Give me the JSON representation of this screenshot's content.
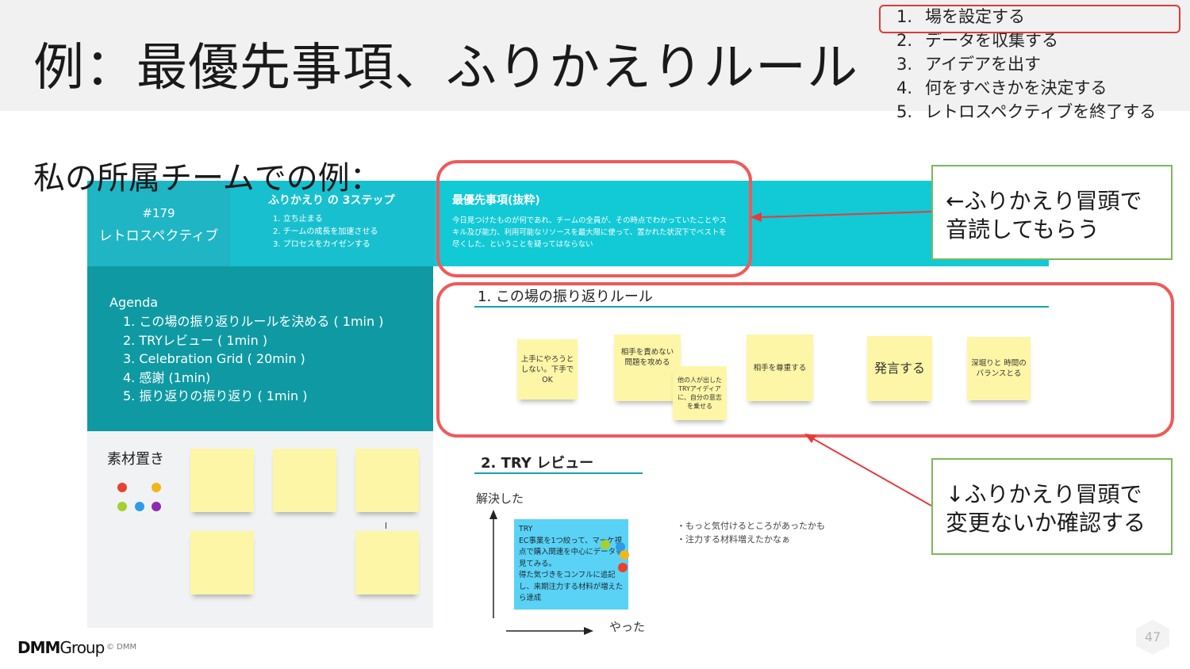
{
  "slide": {
    "title": "例：最優先事項、ふりかえりルール",
    "subtitle": "私の所属チームでの例：",
    "steps": [
      {
        "num": "1.",
        "label": "場を設定する"
      },
      {
        "num": "2.",
        "label": "データを収集する"
      },
      {
        "num": "3.",
        "label": "アイデアを出す"
      },
      {
        "num": "4.",
        "label": "何をすべきかを決定する"
      },
      {
        "num": "5.",
        "label": "レトロスペクティブを終了する"
      }
    ],
    "page_number": "47",
    "footer": {
      "logo_dmm": "DMM",
      "logo_group": "Group",
      "copyright": "© DMM"
    }
  },
  "board": {
    "retro_number": "#179",
    "retro_title": "レトロスペクティブ",
    "steps_title": "ふりかえり の 3ステップ",
    "steps_list": [
      "1. 立ち止まる",
      "2. チームの成長を加速させる",
      "3. プロセスをカイゼンする"
    ],
    "priority_title": "最優先事項(抜粋)",
    "priority_body": "今日見つけたものが何であれ、チームの全員が、その時点でわかっていたことやスキル及び能力、利用可能なリソースを最大限に使って、置かれた状況下でベストを尽くした、ということを疑ってはならない",
    "agenda_title": "Agenda",
    "agenda_items": [
      "1. この場の振り返りルールを決める ( 1min )",
      "2. TRYレビュー ( 1min )",
      "3. Celebration Grid ( 20min )",
      "4. 感謝 (1min)",
      "5. 振り返りの振り返り ( 1min )"
    ],
    "material_label": "素材置き",
    "dot_colors": [
      "#e8412e",
      "#f2b51a",
      "#a6d02c",
      "#2f9be6",
      "#8e2bb0"
    ],
    "rules_title": "1. この場の振り返りルール",
    "rule_stickies": [
      "上手にやろうとしない。下手でOK",
      "相手を責めない 問題を攻める",
      "他の人が出したTRYアイディアに、自分の意志を乗せる",
      "相手を尊重する",
      "発言する",
      "深堀りと 時間の バランスとる"
    ],
    "try_title": "2. TRY レビュー",
    "try_y_label": "解決した",
    "try_x_label": "やった",
    "try_card_text": "TRY\nEC事業を1つ絞って、マーケ視点で購入関連を中心にデータを見てみる。\n得た気づきをコンフルに追記し、来期注力する材料が増えたら達成",
    "try_notes": [
      "・もっと気付けるところがあったかも",
      "・注力する材料増えたかなぁ"
    ]
  },
  "callouts": {
    "top": "←ふりかえり冒頭で音読してもらう",
    "bottom": "↓ふりかえり冒頭で変更ないか確認する"
  },
  "colors": {
    "accent_red": "#ef5a5a",
    "callout_border": "#7ab85a",
    "teal_dark": "#0f9aa3",
    "teal_light": "#12c9d6",
    "sticky_yellow": "#fdf6a6",
    "try_card_blue": "#5ad2f5"
  }
}
